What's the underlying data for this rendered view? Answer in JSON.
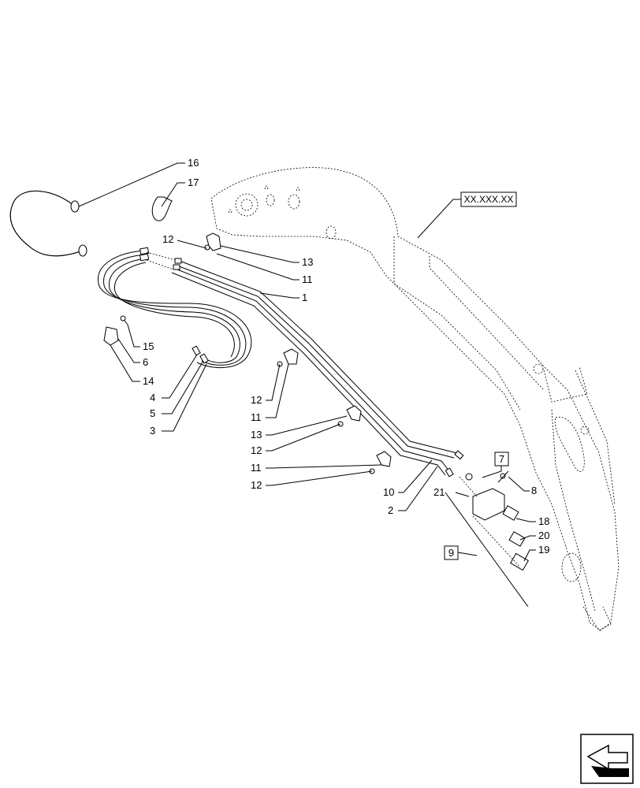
{
  "reference_box": "XX.XXX.XX",
  "callouts": {
    "c1": "1",
    "c2": "2",
    "c3": "3",
    "c4": "4",
    "c5": "5",
    "c6": "6",
    "c7": "7",
    "c8": "8",
    "c9": "9",
    "c10": "10",
    "c11a": "11",
    "c11b": "11",
    "c11c": "11",
    "c12a": "12",
    "c12b": "12",
    "c12c": "12",
    "c12d": "12",
    "c13a": "13",
    "c13b": "13",
    "c14": "14",
    "c15": "15",
    "c16": "16",
    "c17": "17",
    "c18": "18",
    "c19": "19",
    "c20": "20",
    "c21": "21"
  },
  "icons": {
    "nav": "next-page-arrow-icon"
  }
}
